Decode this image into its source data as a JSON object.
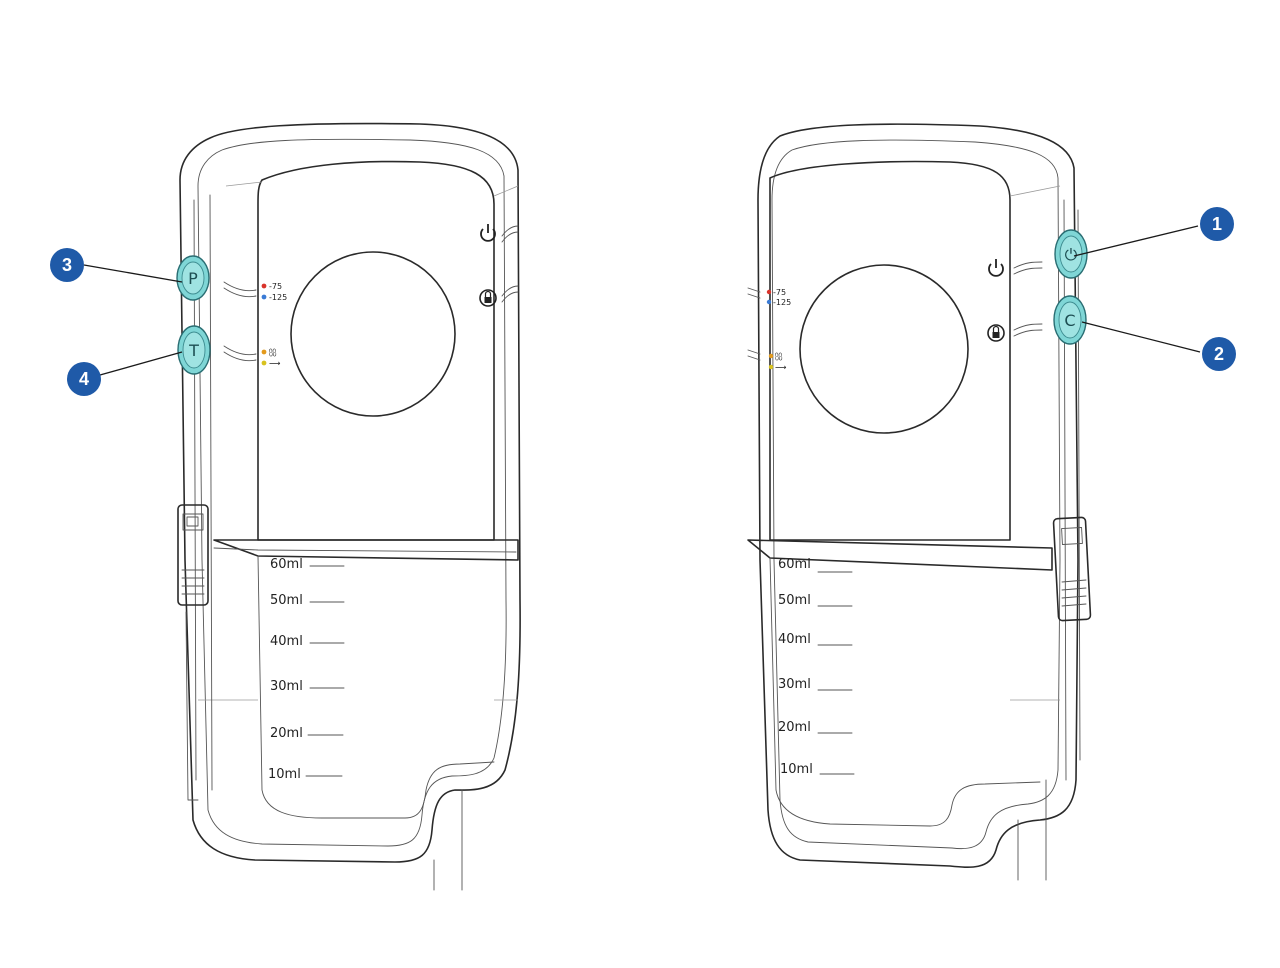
{
  "colors": {
    "callout": "#1f5aa8",
    "button_fill": "#7fd6d6",
    "led_red": "#d9342b",
    "led_blue": "#3a7bd5",
    "led_orange": "#e39a1c",
    "led_yellow": "#d8c21e"
  },
  "left_device": {
    "buttons": [
      {
        "glyph": "P",
        "callout": "3"
      },
      {
        "glyph": "T",
        "callout": "4"
      }
    ],
    "indicators": {
      "top": [
        {
          "label": "-75",
          "color": "red"
        },
        {
          "label": "-125",
          "color": "blue"
        }
      ],
      "bottom": [
        {
          "label": "⩉⩉",
          "color": "orange"
        },
        {
          "label": "⟶",
          "color": "yellow"
        }
      ]
    },
    "right_icons": [
      "power-icon",
      "lock-icon"
    ],
    "scale": [
      "60ml",
      "50ml",
      "40ml",
      "30ml",
      "20ml",
      "10ml"
    ]
  },
  "right_device": {
    "buttons": [
      {
        "glyph": "⏻",
        "callout": "1"
      },
      {
        "glyph": "C",
        "callout": "2"
      }
    ],
    "indicators": {
      "top": [
        {
          "label": "-75",
          "color": "red"
        },
        {
          "label": "-125",
          "color": "blue"
        }
      ],
      "bottom": [
        {
          "label": "⩉⩉",
          "color": "orange"
        },
        {
          "label": "⟶",
          "color": "yellow"
        }
      ]
    },
    "side_icons": [
      "power-icon",
      "lock-icon"
    ],
    "scale": [
      "60ml",
      "50ml",
      "40ml",
      "30ml",
      "20ml",
      "10ml"
    ]
  }
}
